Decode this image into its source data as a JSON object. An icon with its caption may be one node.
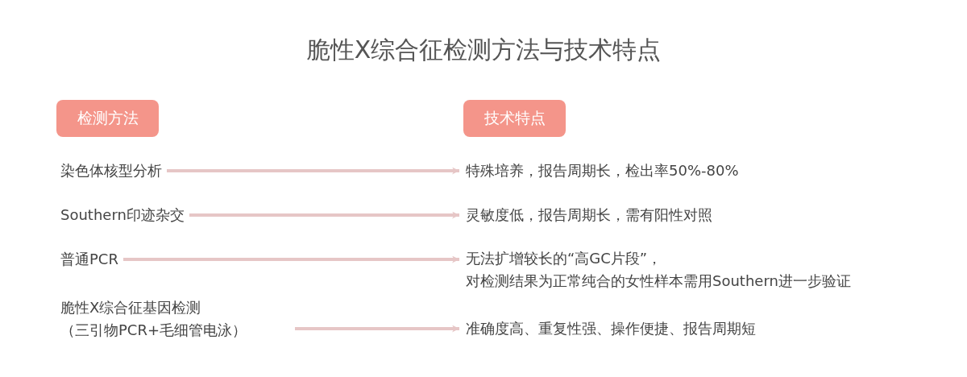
{
  "diagram": {
    "title": "脆性X综合征检测方法与技术特点",
    "nodes": [
      {
        "text": [
          "检测方法"
        ]
      },
      {
        "text": [
          "技术特点"
        ]
      },
      {
        "text": [
          "染色体核型分析"
        ]
      },
      {
        "text": [
          "Southern印迹杂交"
        ]
      },
      {
        "text": [
          "普通PCR"
        ]
      },
      {
        "text": [
          "脆性X综合征基因检测（三引物PCR+毛细管电泳）"
        ]
      },
      {
        "text": [
          "特殊培养，报告周期长，检出率50%-80%"
        ]
      },
      {
        "text": [
          "灵敏度低，报告周期长，需有阳性对照"
        ]
      },
      {
        "text": [
          "无法扩增较长的“高GC片段”，对检测结果为正常纯合的女性样本需用Southern进一步验证"
        ]
      },
      {
        "text": [
          "准确度高、重复性强、操作便捷、报告周期短"
        ]
      }
    ],
    "edges": [
      {
        "from": 2,
        "to": 6,
        "arrow": "to"
      },
      {
        "from": 3,
        "to": 7,
        "arrow": "to"
      },
      {
        "from": 4,
        "to": 8,
        "arrow": "to"
      },
      {
        "from": 5,
        "to": 9,
        "arrow": "to"
      }
    ]
  }
}
